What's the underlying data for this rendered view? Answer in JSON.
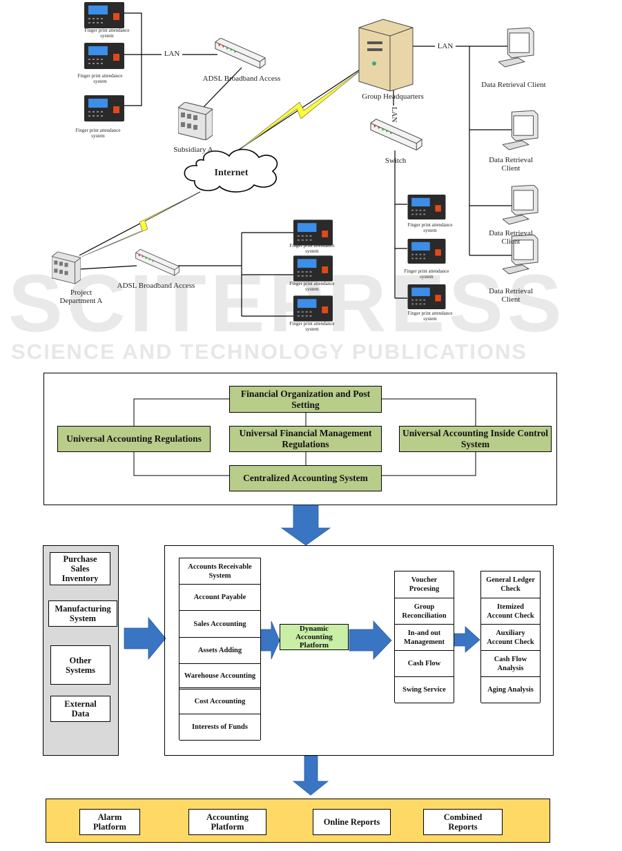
{
  "watermark": {
    "main": "SCITEPRESS",
    "sub": "SCIENCE AND TECHNOLOGY PUBLICATIONS"
  },
  "network": {
    "fp_label_a": "Finger print attendance",
    "fp_label_b": "system",
    "lan": "LAN",
    "adsl": "ADSL Broadband Access",
    "subsidiary": "Subsidiary A",
    "internet": "Internet",
    "hq": "Group Headquarters",
    "switch": "Switch",
    "client_full": "Data Retrieval Client",
    "client_a": "Data Retrieval",
    "client_b": "Client",
    "project_a": "Project",
    "project_b": "Department A"
  },
  "structure": {
    "top": "Financial Organization and Post Setting",
    "left": "Universal Accounting Regulations",
    "middle": "Universal Financial Management Regulations",
    "right": "Universal Accounting Inside Control System",
    "bottom": "Centralized Accounting System"
  },
  "sources": [
    "Purchase Sales Inventory",
    "Manufacturing System",
    "Other Systems",
    "External Data"
  ],
  "modules": [
    "Accounts Receivable System",
    "Account Payable",
    "Sales Accounting",
    "Assets Adding",
    "Warehouse Accounting",
    "Cost Accounting",
    "Interests of Funds"
  ],
  "platform": "Dynamic Accounting Platform",
  "processing": [
    "Voucher Procesing",
    "Group Reconciliation",
    "In-and out Management",
    "Cash Flow",
    "Swing Service"
  ],
  "checks": [
    "General Ledger Check",
    "Itemized Account Check",
    "Auxiliary Account Check",
    "Cash Flow Analysis",
    "Aging Analysis"
  ],
  "outputs": [
    "Alarm Platform",
    "Accounting Platform",
    "Online Reports",
    "Combined Reports"
  ],
  "colors": {
    "green": "#b9cd8b",
    "light_green": "#c9eea6",
    "arrow": "#3a75c4",
    "gray": "#d9d9d9",
    "yellow": "#ffd966"
  }
}
